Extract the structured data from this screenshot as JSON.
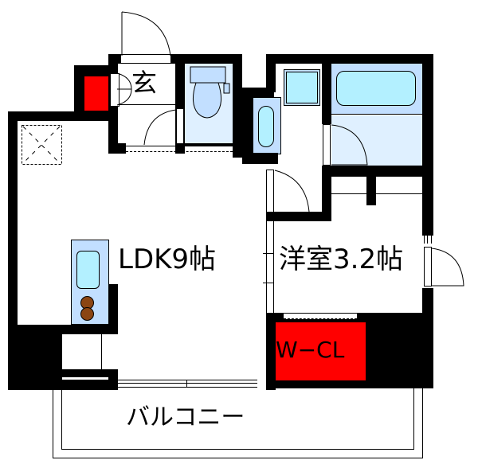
{
  "floor_plan": {
    "rooms": {
      "entrance": {
        "label": "玄"
      },
      "ldk": {
        "label": "LDK9帖"
      },
      "western_room": {
        "label": "洋室3.2帖"
      },
      "walk_in_closet": {
        "label": "W−CL"
      },
      "balcony": {
        "label": "バルコニー"
      }
    },
    "colors": {
      "wall": "#000000",
      "closet": "#ff0000",
      "fixture_blue": "#c2dfff",
      "fixture_light_blue": "#dff0ff",
      "fixture_cyan": "#b3f0ff",
      "stove_burner": "#8b4513"
    }
  }
}
